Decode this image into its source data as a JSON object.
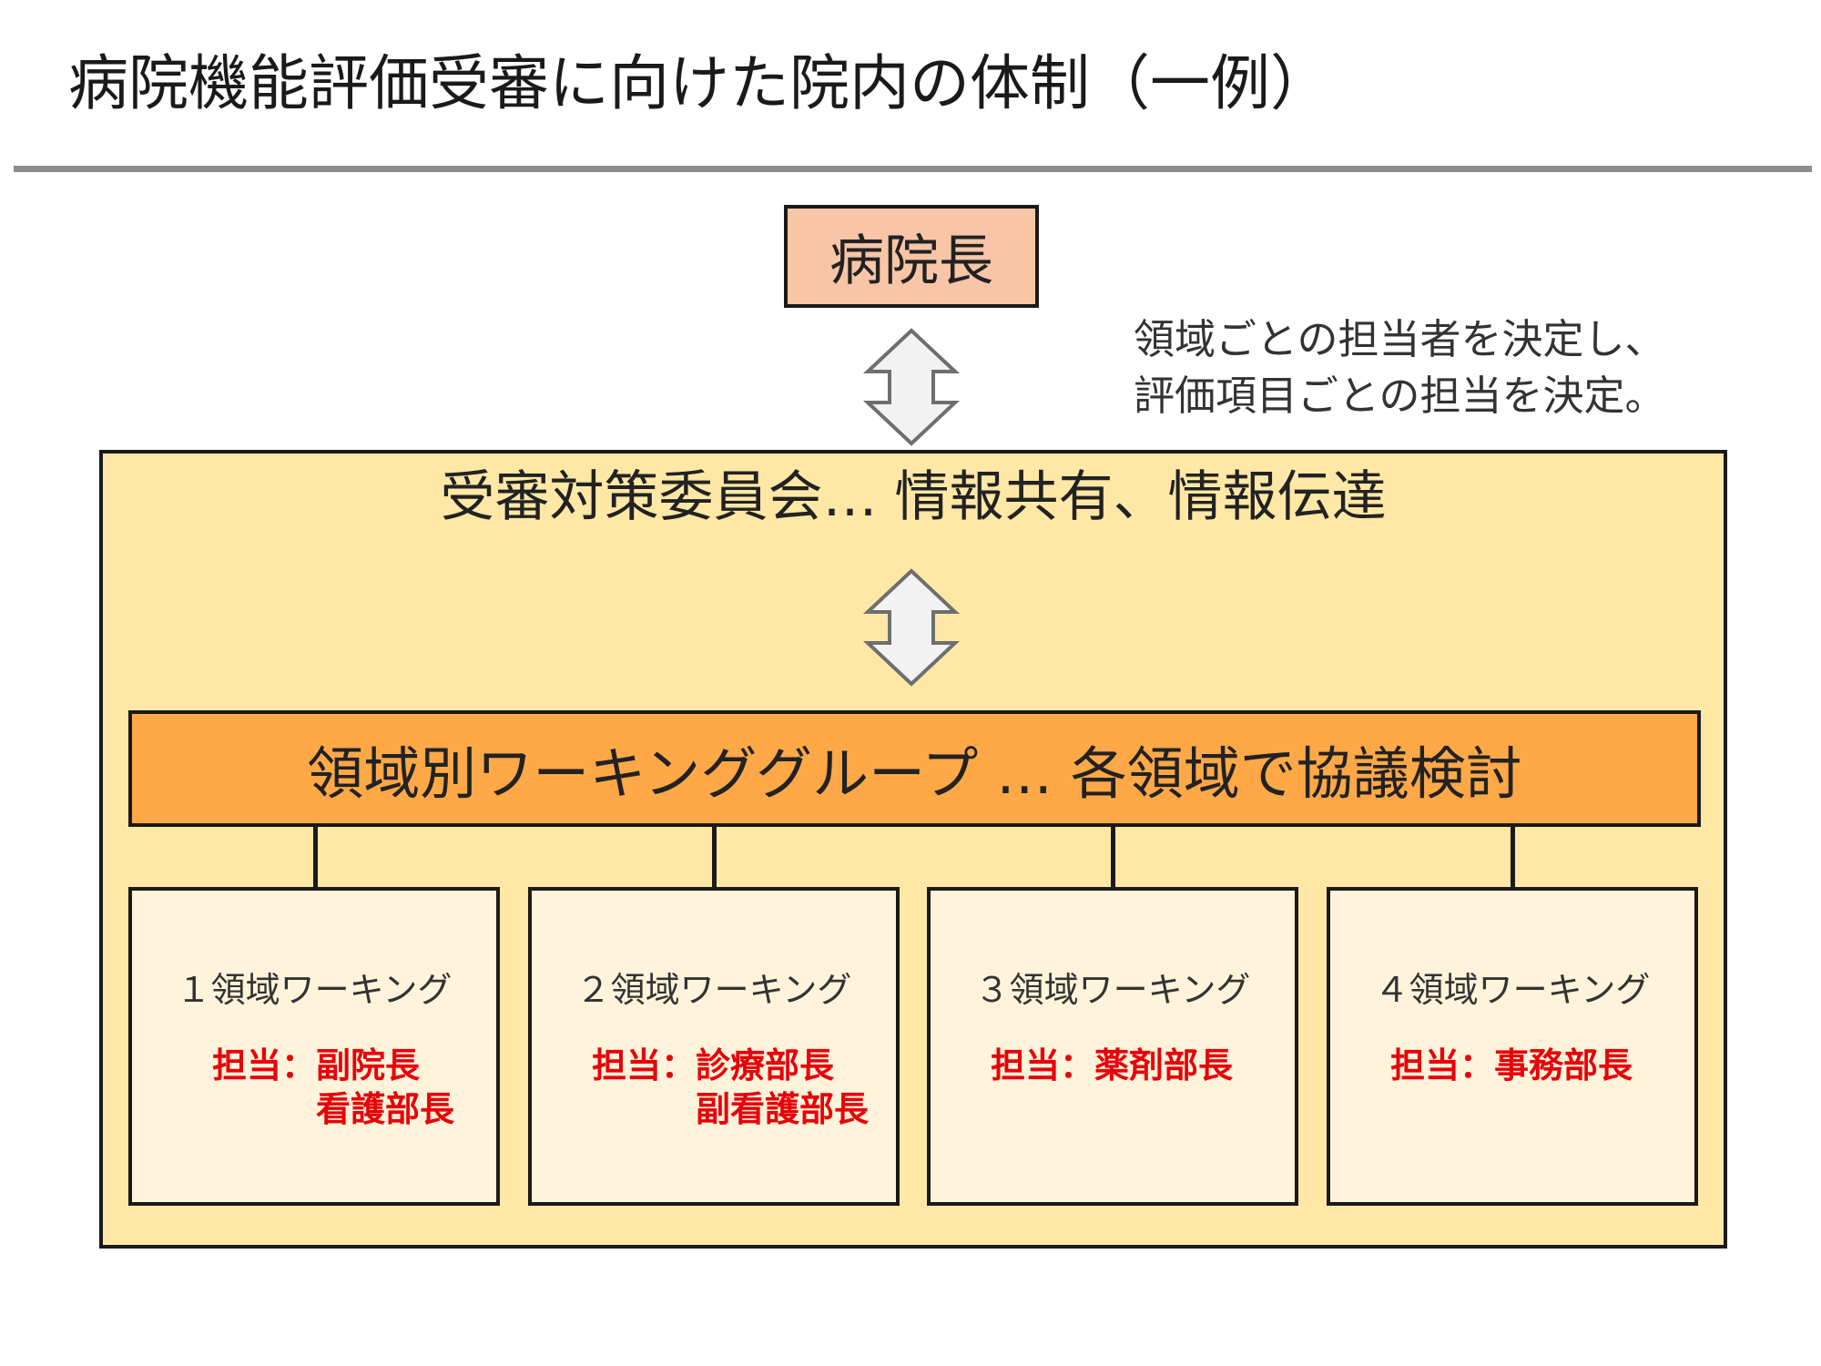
{
  "slide": {
    "title": "病院機能評価受審に向けた院内の体制（一例）"
  },
  "director": {
    "label": "病院長"
  },
  "note": {
    "lines": [
      "領域ごとの担当者を決定し、",
      "評価項目ごとの担当を決定。"
    ]
  },
  "committee": {
    "label": "受審対策委員会… 情報共有、情報伝達"
  },
  "working_group": {
    "label": "領域別ワーキンググループ … 各領域で協議検討"
  },
  "domains": [
    {
      "name": "１領域ワーキング",
      "lead_prefix": "担当：",
      "leads": [
        "副院長",
        "看護部長"
      ]
    },
    {
      "name": "２領域ワーキング",
      "lead_prefix": "担当：",
      "leads": [
        "診療部長",
        "副看護部長"
      ]
    },
    {
      "name": "３領域ワーキング",
      "lead_prefix": "担当：",
      "leads": [
        "薬剤部長"
      ]
    },
    {
      "name": "４領域ワーキング",
      "lead_prefix": "担当：",
      "leads": [
        "事務部長"
      ]
    }
  ],
  "colors": {
    "director_fill": "#F8C6A6",
    "committee_fill": "#FFE8A6",
    "working_group_fill": "#FFA848",
    "domain_fill": "#FFF4DB",
    "lead_text": "#E8000A",
    "arrow_fill": "#F2F2F2",
    "arrow_stroke": "#6E6E6E"
  },
  "icons": [
    "double-arrow-icon"
  ]
}
